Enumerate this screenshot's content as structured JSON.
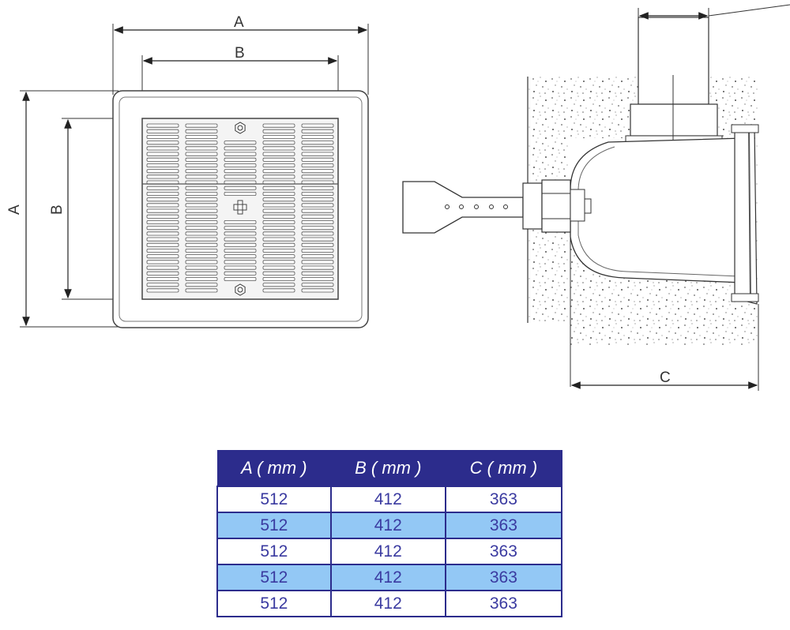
{
  "labels": {
    "a_top": "A",
    "b_top": "B",
    "a_left": "A",
    "b_left": "B",
    "c_bottom": "C"
  },
  "table": {
    "headers": [
      "A ( mm )",
      "B ( mm )",
      "C ( mm )"
    ],
    "rows": [
      [
        "512",
        "412",
        "363"
      ],
      [
        "512",
        "412",
        "363"
      ],
      [
        "512",
        "412",
        "363"
      ],
      [
        "512",
        "412",
        "363"
      ],
      [
        "512",
        "412",
        "363"
      ]
    ]
  },
  "colors": {
    "header_bg": "#2c2c8c",
    "alt_row_bg": "#93c8f5",
    "line": "#333333"
  }
}
